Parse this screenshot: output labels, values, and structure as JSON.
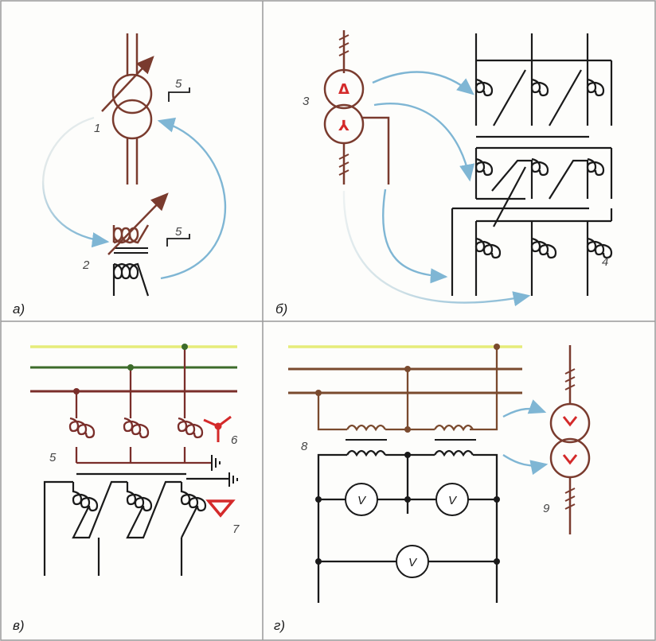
{
  "panels": {
    "a": {
      "label": "а)",
      "callout_1": "1",
      "callout_2": "2",
      "callout_5_top": "5",
      "callout_5_bottom": "5"
    },
    "b": {
      "label": "б)",
      "callout_3": "3",
      "callout_4": "4",
      "symbol_delta": "Δ",
      "symbol_star": "⅄"
    },
    "v": {
      "label": "в)",
      "callout_5": "5",
      "callout_6": "6",
      "callout_7": "7"
    },
    "g": {
      "label": "г)",
      "callout_8": "8",
      "callout_9": "9",
      "meter_left": "V",
      "meter_right": "V",
      "meter_bottom": "V"
    }
  },
  "colors": {
    "outline": "#1a1a1a",
    "panel_border": "#9a9a9a",
    "transformer": "#7a3b2e",
    "accent_red": "#d42a2a",
    "arrow_blue": "#7fb6d4",
    "arrow_fade": "#dfe7e8",
    "bus_yellow": "#e6ec7a",
    "bus_green": "#3c6b2a",
    "bus_red": "#7a2e2a",
    "bus_brown": "#7a4a2e",
    "label_gray": "#444444"
  },
  "icons": {
    "coil": "winding-coil-icon",
    "ground": "ground-icon",
    "voltmeter": "voltmeter-icon",
    "transformer": "transformer-symbol-icon",
    "adjust_arrow": "adjustable-arrow-icon"
  }
}
